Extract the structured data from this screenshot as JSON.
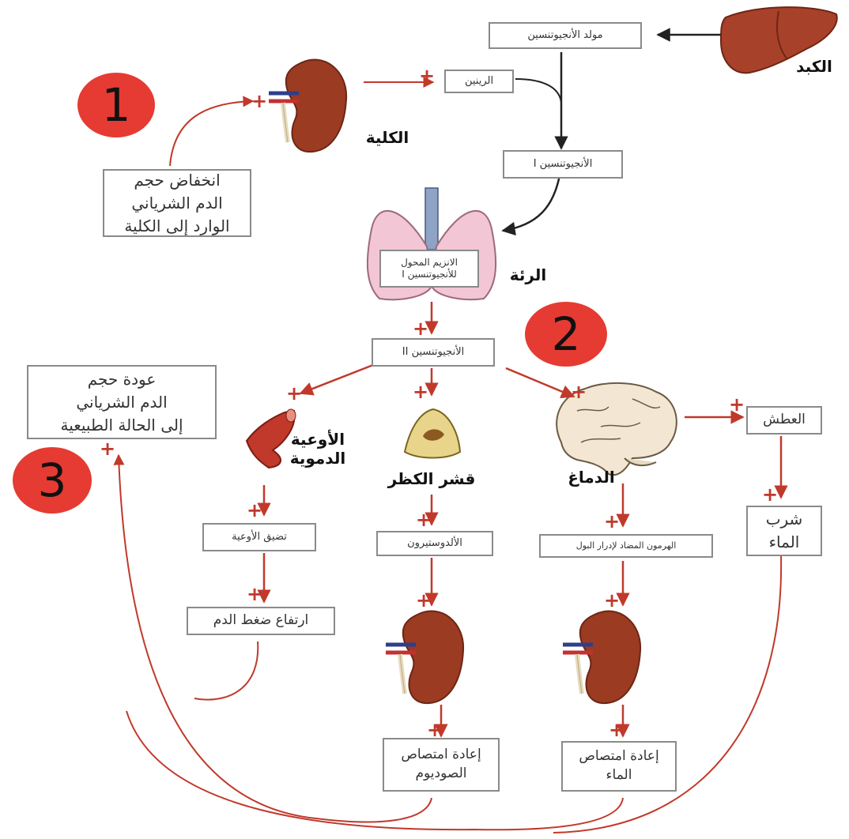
{
  "badges": {
    "one": "1",
    "two": "2",
    "three": "3"
  },
  "organs": {
    "liver": "الكبد",
    "kidney": "الكلية",
    "lung": "الرئة",
    "vessels": "الأوعية\nالدموية",
    "adrenal": "قشر الكظر",
    "brain": "الدماغ"
  },
  "boxes": {
    "angiotensinogen": "مولد الأنجيوتنسين",
    "renin": "الرينين",
    "angiotensin_1": "الأنجيوتنسين I",
    "ace": "الانزيم المحول\nللأنجيوتنسين I",
    "angiotensin_2": "الأنجيوتنسين II",
    "low_volume": "انخفاض حجم\nالدم الشرياني\nالوارد إلى الكلية",
    "return_normal": "عودة حجم\nالدم الشرياني\nإلى الحالة الطبيعية",
    "vasoconstriction": "تضيق الأوعية",
    "bp_rise": "ارتفاع ضغط الدم",
    "aldosterone": "الألدوستيرون",
    "adh": "الهرمون المضاد لإدرار البول",
    "thirst": "العطش",
    "drink_water": "شرب\nالماء",
    "sodium_reabsorption": "إعادة امتصاص\nالصوديوم",
    "water_reabsorption": "إعادة امتصاص\nالماء"
  },
  "symbols": {
    "plus": "+"
  },
  "colors": {
    "arrow_red": "#c0392b",
    "arrow_black": "#222222",
    "badge": "#e53b33",
    "kidney": "#9b3b22",
    "lung": "#f2c6d4",
    "box_border": "#8a8a8a"
  }
}
